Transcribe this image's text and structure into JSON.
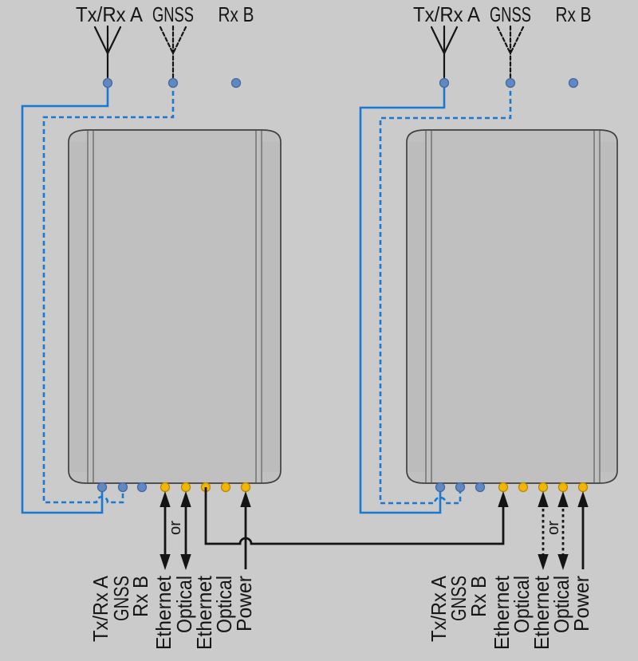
{
  "diagram": {
    "units": [
      {
        "antenna_labels": [
          "Tx/Rx A",
          "GNSS",
          "Rx B"
        ],
        "port_labels": [
          "Tx/Rx A",
          "GNSS",
          "Rx B",
          "Ethernet",
          "Optical",
          "Ethernet",
          "Optical",
          "Power"
        ],
        "or_label": "or"
      },
      {
        "antenna_labels": [
          "Tx/Rx A",
          "GNSS",
          "Rx B"
        ],
        "port_labels": [
          "Tx/Rx A",
          "GNSS",
          "Rx B",
          "Ethernet",
          "Optical",
          "Ethernet",
          "Optical",
          "Power"
        ],
        "or_label": "or"
      }
    ],
    "colors": {
      "background": "#cbcbcb",
      "unit_body": "#c0c0c0",
      "unit_outline": "#404040",
      "cable_blue": "#1a78d2",
      "rf_port": "#6089c4",
      "data_port": "#f2b705",
      "cable_black": "#141414"
    }
  }
}
